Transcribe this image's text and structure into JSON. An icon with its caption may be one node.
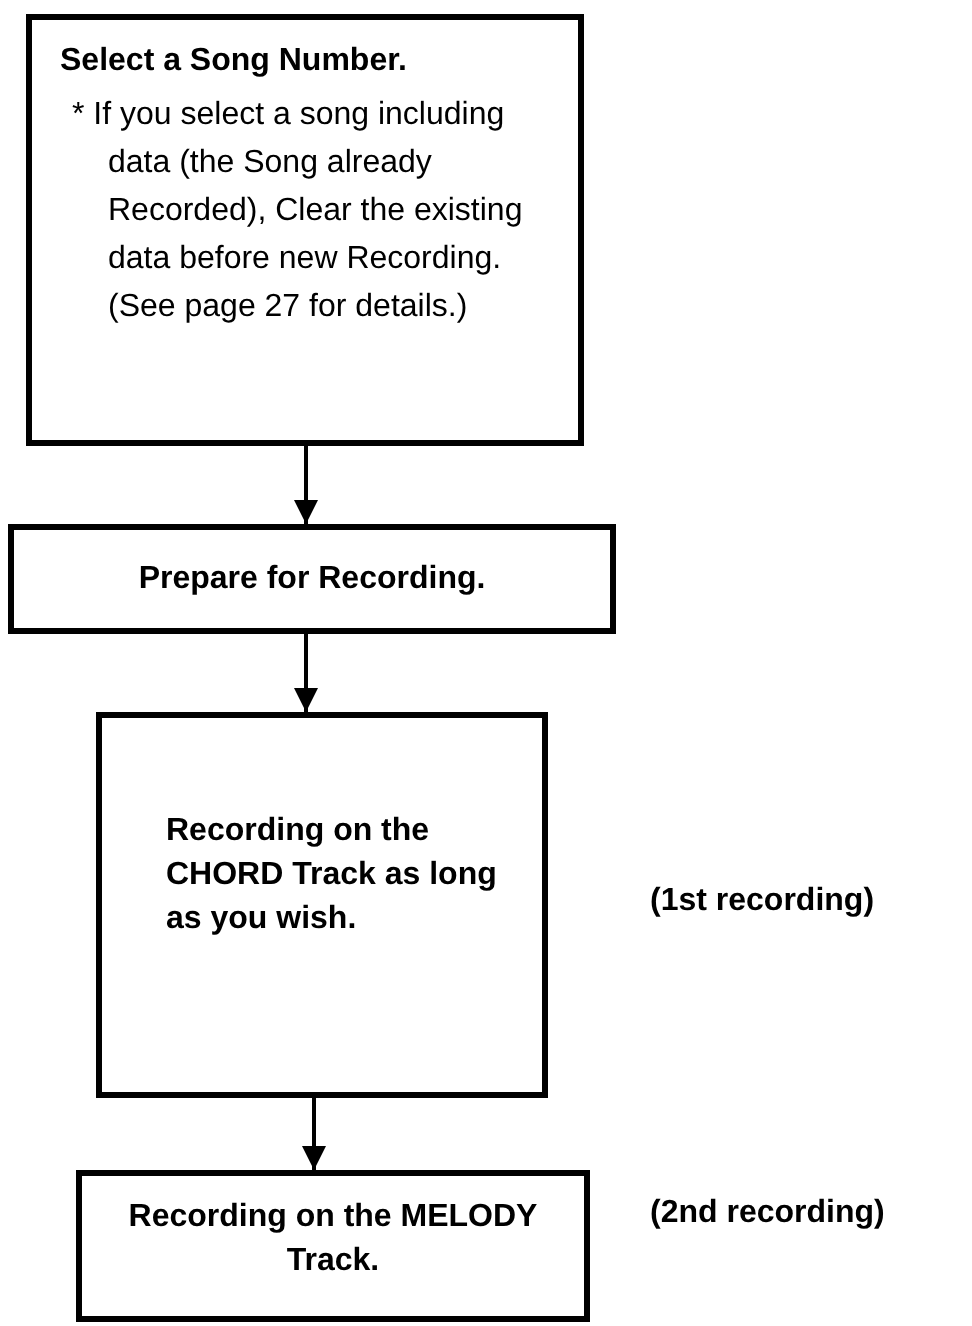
{
  "diagram": {
    "nodes": [
      {
        "text": [
          "Select a Song Number.",
          "* If you select a song including data (the Song already Recorded), Clear the existing data before new Recording. (See page 27 for details.)"
        ]
      },
      {
        "text": [
          "Prepare for Recording."
        ]
      },
      {
        "text": [
          "Recording on the CHORD Track as long as you wish."
        ],
        "beside": [
          "(1st recording)"
        ]
      },
      {
        "text": [
          "Recording on the MELODY Track."
        ],
        "beside": [
          "(2nd recording)"
        ]
      }
    ],
    "edges": [
      {
        "from": 0,
        "to": 1,
        "arrow": "to"
      },
      {
        "from": 1,
        "to": 2,
        "arrow": "to"
      },
      {
        "from": 2,
        "to": 3,
        "arrow": "to"
      }
    ]
  }
}
